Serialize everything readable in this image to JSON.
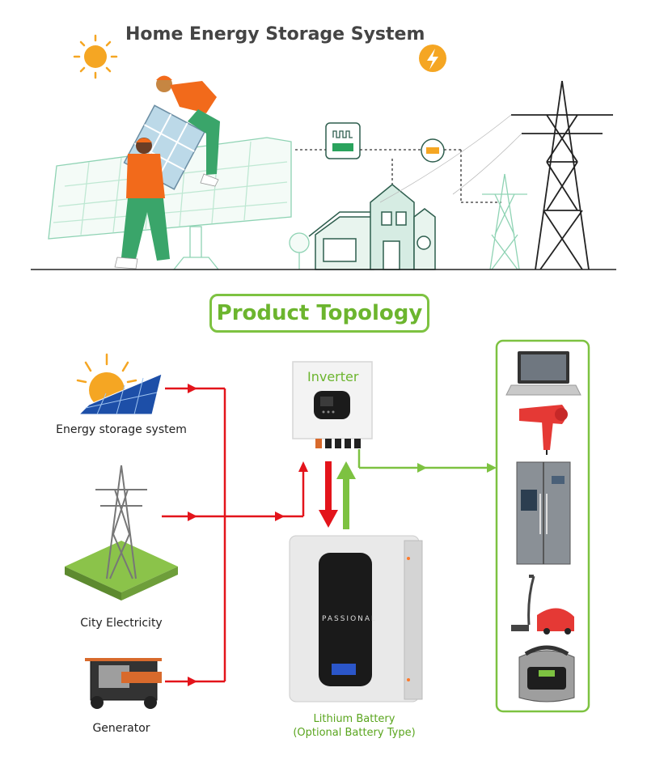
{
  "header": {
    "title": "Home Energy Storage System"
  },
  "topology": {
    "title": "Product Topology"
  },
  "sources": [
    {
      "label": "Energy storage system",
      "icon": "solar-panel-sun-icon"
    },
    {
      "label": "City Electricity",
      "icon": "power-tower-icon"
    },
    {
      "label": "Generator",
      "icon": "generator-icon"
    }
  ],
  "inverter": {
    "label": "Inverter"
  },
  "battery": {
    "brand": "PASSIONAL",
    "label_line1": "Lithium Battery",
    "label_line2": "(Optional Battery Type)"
  },
  "loads": [
    {
      "icon": "laptop-icon"
    },
    {
      "icon": "hair-dryer-icon"
    },
    {
      "icon": "refrigerator-icon"
    },
    {
      "icon": "vacuum-cleaner-icon"
    },
    {
      "icon": "pressure-cooker-icon"
    }
  ],
  "colors": {
    "accent_green": "#7dc241",
    "flow_red": "#e3141b",
    "sun_orange": "#f5a623",
    "line_art_green": "#2e8b57"
  }
}
